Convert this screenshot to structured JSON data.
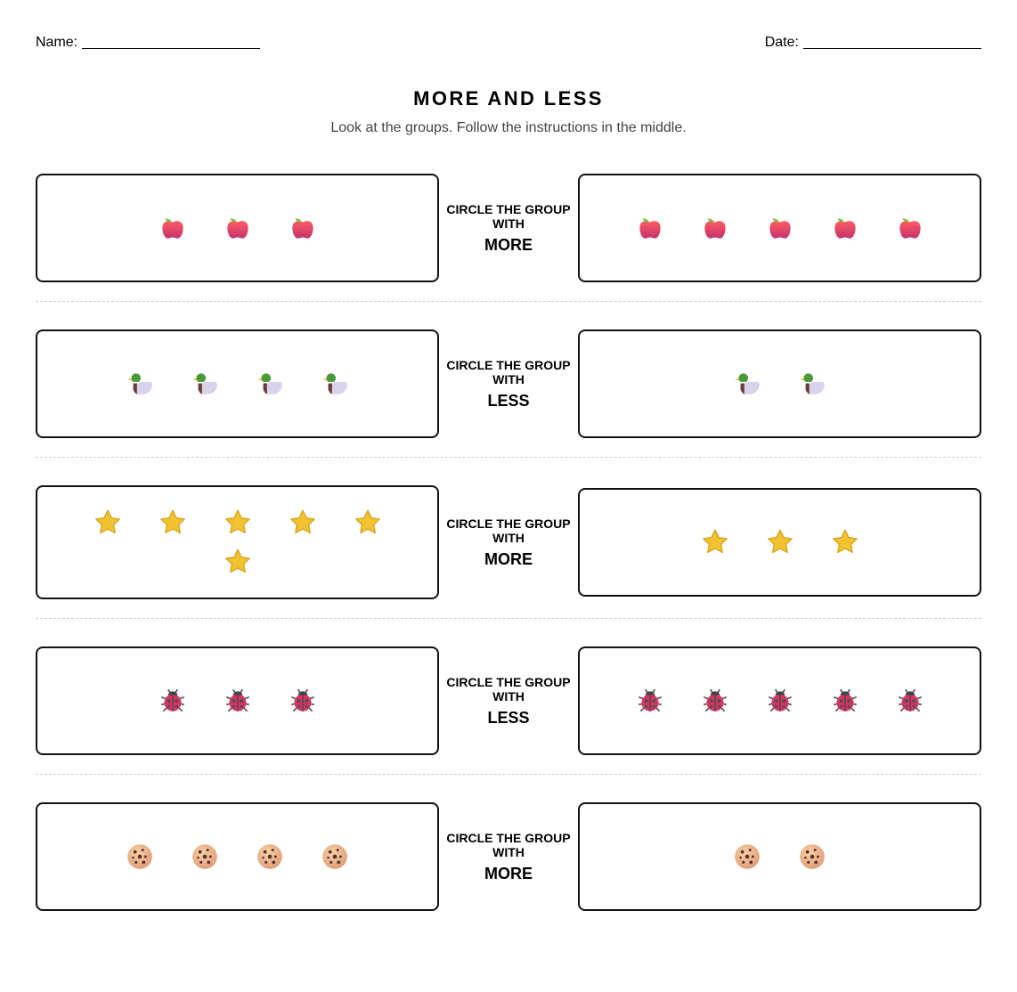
{
  "header": {
    "name_label": "Name:",
    "date_label": "Date:"
  },
  "title": "MORE AND LESS",
  "subtitle": "Look at the groups. Follow the instructions in the middle.",
  "instruction_prefix": "CIRCLE THE GROUP WITH",
  "rows": [
    {
      "item": "apple-icon",
      "left_count": 3,
      "right_count": 5,
      "instruction_line1": "CIRCLE THE GROUP",
      "instruction_line2": "WITH",
      "target": "MORE"
    },
    {
      "item": "duck-icon",
      "left_count": 4,
      "right_count": 2,
      "instruction_line1": "CIRCLE THE GROUP",
      "instruction_line2": "WITH",
      "target": "LESS"
    },
    {
      "item": "star-icon",
      "left_count": 6,
      "right_count": 3,
      "instruction_line1": "CIRCLE THE GROUP",
      "instruction_line2": "WITH",
      "target": "MORE"
    },
    {
      "item": "ladybug-icon",
      "left_count": 3,
      "right_count": 5,
      "instruction_line1": "CIRCLE THE GROUP",
      "instruction_line2": "WITH",
      "target": "LESS"
    },
    {
      "item": "cookie-icon",
      "left_count": 4,
      "right_count": 2,
      "instruction_line1": "CIRCLE THE GROUP",
      "instruction_line2": "WITH",
      "target": "MORE"
    }
  ],
  "colors": {
    "box_border": "#111111",
    "separator": "#cfcfcf",
    "subtitle_text": "#444444"
  }
}
